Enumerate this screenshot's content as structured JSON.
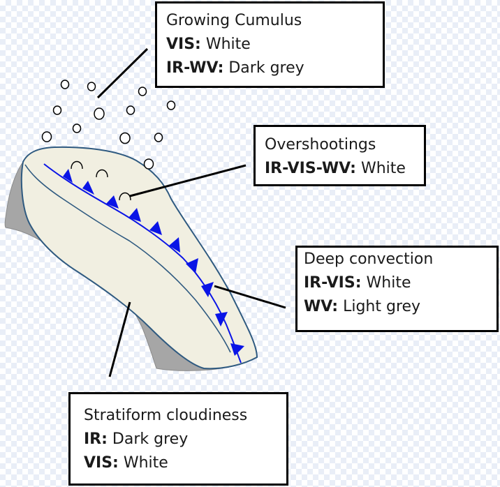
{
  "boxes": {
    "cumulus": {
      "title": "Growing Cumulus",
      "lines": [
        {
          "key": "VIS:",
          "value": " White"
        },
        {
          "key": "IR-WV:",
          "value": " Dark grey"
        }
      ]
    },
    "overshootings": {
      "title": "Overshootings",
      "lines": [
        {
          "key": "IR-VIS-WV:",
          "value": " White"
        }
      ]
    },
    "deep_convection": {
      "title": "Deep convection",
      "lines": [
        {
          "key": "IR-VIS:",
          "value": " White"
        },
        {
          "key": "WV:",
          "value": " Light grey"
        }
      ]
    },
    "stratiform": {
      "title": "Stratiform cloudiness",
      "lines": [
        {
          "key": "IR:",
          "value": " Dark grey"
        },
        {
          "key": "VIS:",
          "value": " White"
        }
      ]
    }
  },
  "colors": {
    "cloud_fill": "#f1efe1",
    "cloud_outline": "#2f5a80",
    "shadow_fill": "#a6a6a6",
    "front_blue": "#0a14e6",
    "box_border": "#000000"
  }
}
